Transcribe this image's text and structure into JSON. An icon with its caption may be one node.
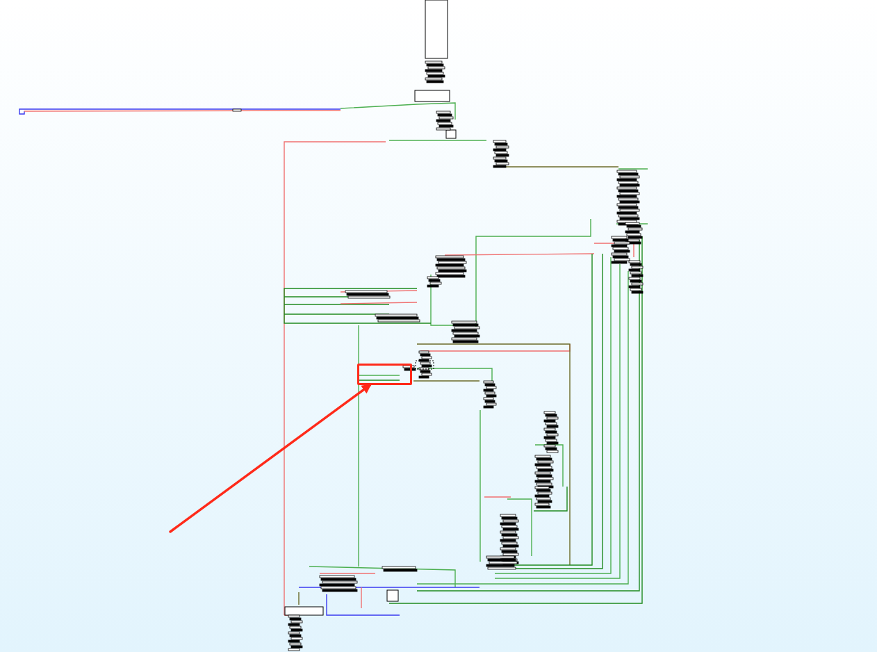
{
  "diagram": {
    "nodes": [
      {
        "text": [],
        "shape": "picture"
      },
      {
        "text": [],
        "shape": "box",
        "in": 0
      }
    ],
    "edges": [
      {
        "from": null,
        "to": 1,
        "arrow": "to",
        "color": "#ff2a1a"
      }
    ]
  }
}
